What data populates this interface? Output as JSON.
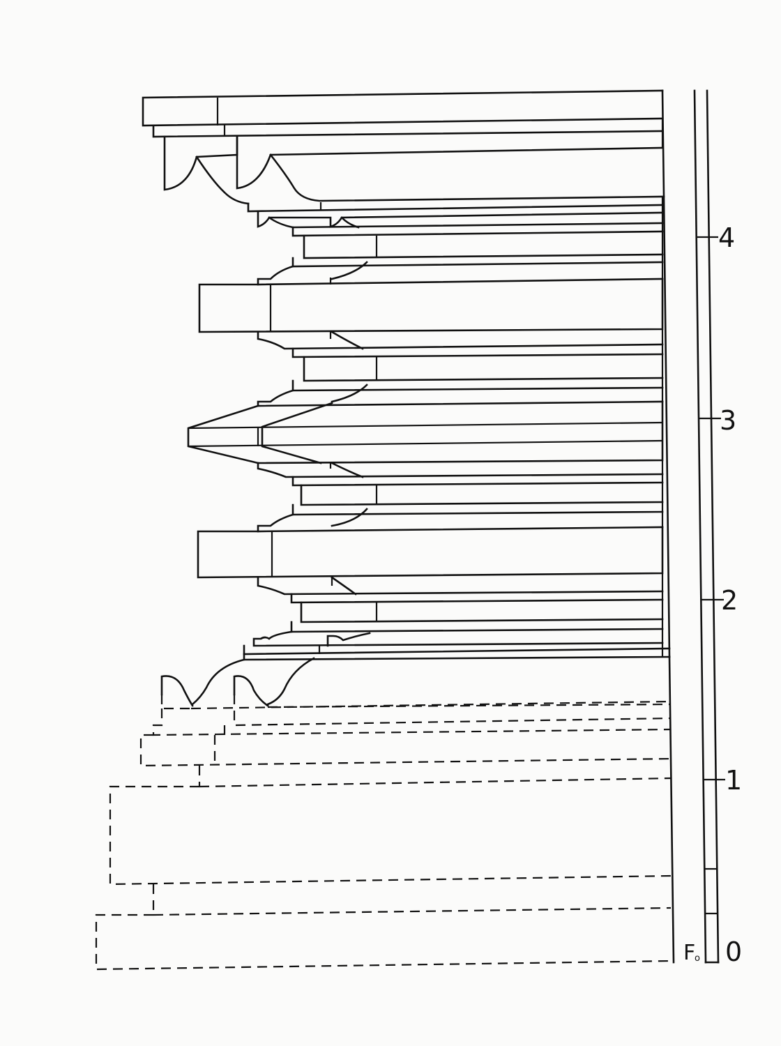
{
  "scale": {
    "ticks": [
      {
        "label": "4"
      },
      {
        "label": "3"
      },
      {
        "label": "2"
      },
      {
        "label": "1"
      },
      {
        "label": "0"
      }
    ]
  },
  "floor_marker": {
    "main": "F",
    "sub": "o"
  },
  "colors": {
    "ink": "#111111",
    "paper": "#fbfbfa"
  }
}
